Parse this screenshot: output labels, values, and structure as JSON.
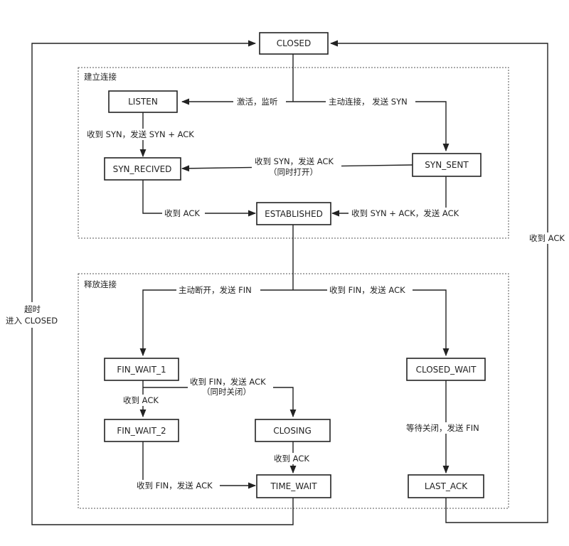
{
  "regions": {
    "establish": "建立连接",
    "release": "释放连接"
  },
  "states": {
    "closed": "CLOSED",
    "listen": "LISTEN",
    "syn_recived": "SYN_RECIVED",
    "syn_sent": "SYN_SENT",
    "established": "ESTABLISHED",
    "fin_wait_1": "FIN_WAIT_1",
    "fin_wait_2": "FIN_WAIT_2",
    "closing": "CLOSING",
    "time_wait": "TIME_WAIT",
    "closed_wait": "CLOSED_WAIT",
    "last_ack": "LAST_ACK"
  },
  "transitions": {
    "activate_listen": "激活，监听",
    "active_connect": "主动连接， 发送 SYN",
    "listen_to_recived": "收到 SYN，发送 SYN + ACK",
    "simul_open_1": "收到 SYN，发送 ACK",
    "simul_open_2": "（同时打开）",
    "recived_ack": "收到 ACK",
    "sent_synack": "收到 SYN + ACK，发送 ACK",
    "active_close": "主动断开，发送 FIN",
    "passive_close": "收到 FIN，发送 ACK",
    "simul_close_1": "收到 FIN，发送 ACK",
    "simul_close_2": "（同时关闭）",
    "fw1_ack": "收到 ACK",
    "closing_ack": "收到 ACK",
    "fw2_fin": "收到 FIN，发送 ACK",
    "wait_close": "等待关闭，发送 FIN",
    "lastack_ack": "收到 ACK",
    "timeout_1": "超时",
    "timeout_2": "进入 CLOSED"
  }
}
